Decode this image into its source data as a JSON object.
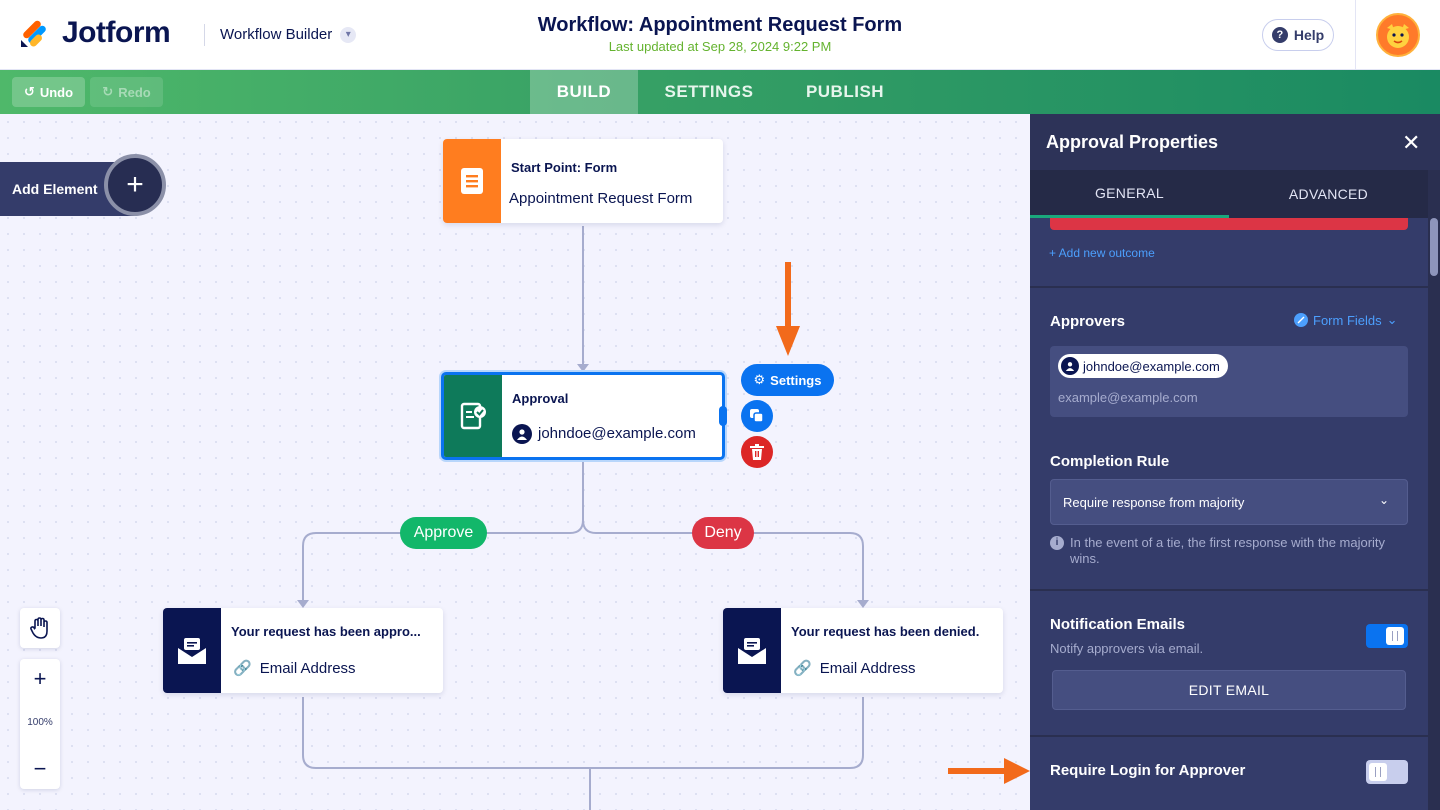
{
  "header": {
    "brand": "Jotform",
    "builder_menu": "Workflow Builder",
    "workflow_title": "Workflow: Appointment Request Form",
    "last_updated": "Last updated at Sep 28, 2024 9:22 PM",
    "help_label": "Help"
  },
  "toolbar": {
    "undo_label": "Undo",
    "redo_label": "Redo",
    "tabs": [
      {
        "label": "BUILD",
        "active": true
      },
      {
        "label": "SETTINGS",
        "active": false
      },
      {
        "label": "PUBLISH",
        "active": false
      }
    ]
  },
  "canvas": {
    "add_element_label": "Add Element",
    "start_node": {
      "type_label": "Start Point: Form",
      "name": "Appointment Request Form",
      "icon": "form-icon"
    },
    "approval_node": {
      "type_label": "Approval",
      "assignee": "johndoe@example.com",
      "icon": "approval-icon"
    },
    "node_actions": {
      "settings_label": "Settings"
    },
    "outcomes": [
      {
        "label": "Approve",
        "color": "#12b76a"
      },
      {
        "label": "Deny",
        "color": "#dc3545"
      }
    ],
    "email_nodes": [
      {
        "title": "Your request has been appro...",
        "recipient": "Email Address"
      },
      {
        "title": "Your request has been denied.",
        "recipient": "Email Address"
      }
    ],
    "zoom_level": "100%"
  },
  "panel": {
    "title": "Approval Properties",
    "tabs": [
      {
        "label": "GENERAL",
        "active": true
      },
      {
        "label": "ADVANCED",
        "active": false
      }
    ],
    "add_outcome_label": "+ Add new outcome",
    "approvers": {
      "label": "Approvers",
      "form_fields_label": "Form Fields",
      "chips": [
        "johndoe@example.com"
      ],
      "placeholder": "example@example.com"
    },
    "completion_rule": {
      "label": "Completion Rule",
      "selected": "Require response from majority",
      "info": "In the event of a tie, the first response with the majority wins."
    },
    "notification_emails": {
      "label": "Notification Emails",
      "description": "Notify approvers via email.",
      "enabled": true,
      "edit_button": "EDIT EMAIL"
    },
    "require_login": {
      "label": "Require Login for Approver",
      "enabled": false
    }
  },
  "colors": {
    "brand_navy": "#0a1551",
    "accent_blue": "#0a73f0",
    "nav_green": "#36a065",
    "start_orange": "#ff7d1f",
    "approval_green": "#0e7a5a",
    "annotation_arrow": "#f26a1b"
  }
}
